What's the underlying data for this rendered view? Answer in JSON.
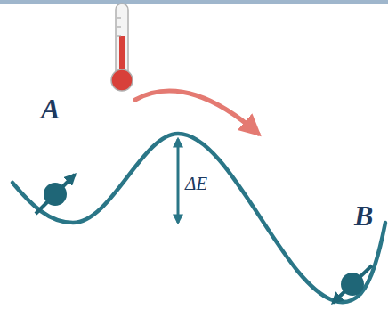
{
  "diagram": {
    "labels": [
      "A",
      "ΔE",
      "B"
    ]
  }
}
